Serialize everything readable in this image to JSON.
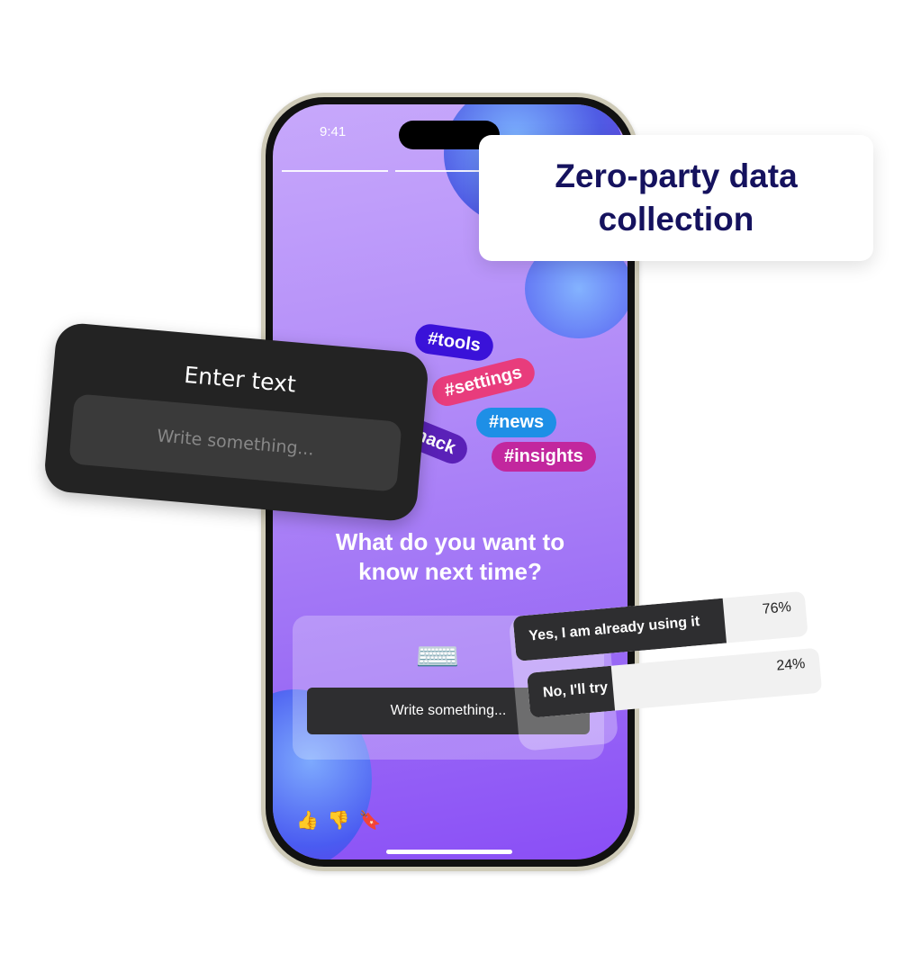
{
  "status_bar": {
    "time": "9:41"
  },
  "headline": {
    "line1": "Zero-party data",
    "line2": "collection"
  },
  "tags": [
    {
      "label": "#tools",
      "color": "#3a12d9"
    },
    {
      "label": "#settings",
      "color": "#e83c7c"
    },
    {
      "label": "#news",
      "color": "#1e8fe6"
    },
    {
      "label": "#life hack",
      "color": "#5a21b8"
    },
    {
      "label": "#insights",
      "color": "#c2279e"
    }
  ],
  "question": {
    "line1": "What do you want to",
    "line2": "know next time?",
    "input_placeholder": "Write something...",
    "emoji": "⌨️"
  },
  "reactions": {
    "like": "👍",
    "dislike": "👎",
    "bookmark": "🔖"
  },
  "enter_text_card": {
    "title": "Enter text",
    "placeholder": "Write something..."
  },
  "poll": {
    "options": [
      {
        "label": "Yes, I am already using it",
        "percent": "76%",
        "value": 76
      },
      {
        "label": "No, I'll try",
        "percent": "24%",
        "value": 24
      }
    ]
  }
}
